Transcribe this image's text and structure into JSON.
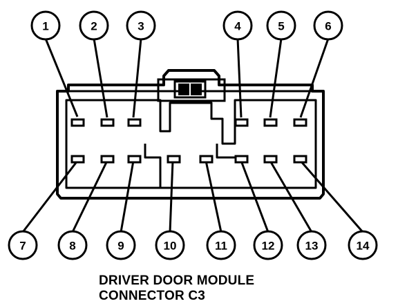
{
  "caption": {
    "line1": "DRIVER DOOR MODULE",
    "line2": "CONNECTOR C3"
  },
  "pins": [
    "1",
    "2",
    "3",
    "4",
    "5",
    "6",
    "7",
    "8",
    "9",
    "10",
    "11",
    "12",
    "13",
    "14"
  ]
}
